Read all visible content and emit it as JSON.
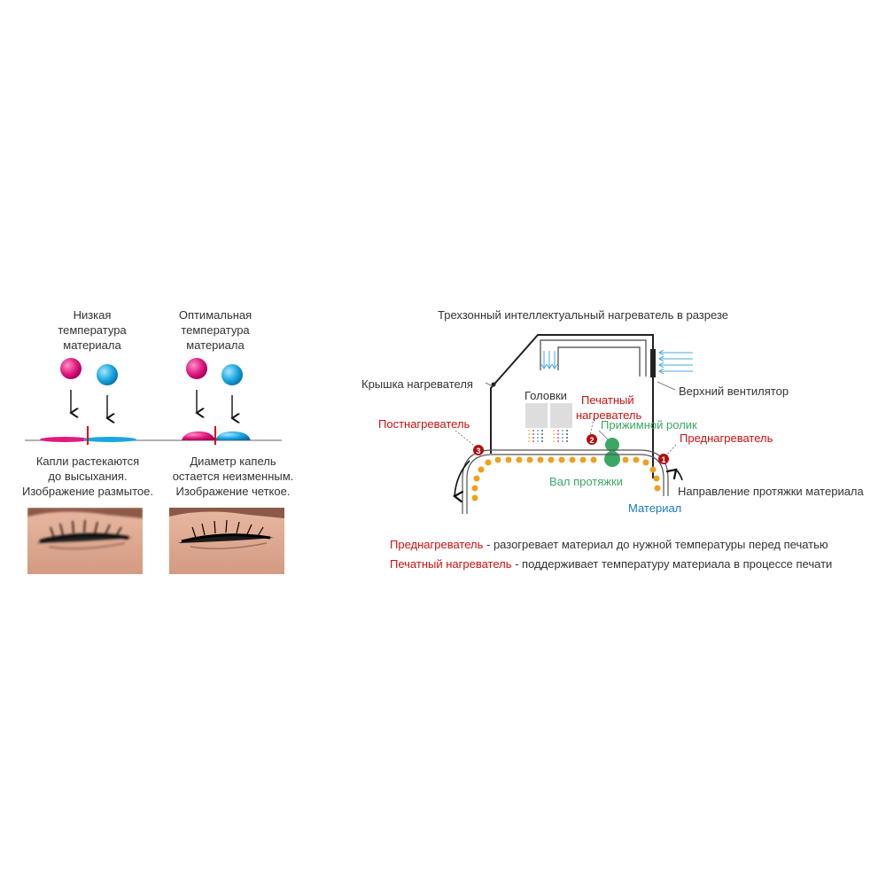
{
  "left_panel": {
    "low_temp": {
      "title": [
        "Низкая",
        "температура",
        "материала"
      ],
      "caption": [
        "Капли растекаются",
        "до высыхания.",
        "Изображение размытое."
      ]
    },
    "optimal_temp": {
      "title": [
        "Оптимальная",
        "температура",
        "материала"
      ],
      "caption": [
        "Диаметр капель",
        "остается неизменным.",
        "Изображение четкое."
      ]
    }
  },
  "right_panel": {
    "title": "Трехзонный интеллектуальный нагреватель в разрезе",
    "labels": {
      "heater_cover": "Крышка нагревателя",
      "heads": "Головки",
      "top_fan": "Верхний вентилятор",
      "post_heater": "Постнагреватель",
      "print_heater": [
        "Печатный",
        "нагреватель"
      ],
      "pinch_roller": "Прижимной ролик",
      "pre_heater": "Преднагреватель",
      "feed_roller": "Вал протяжки",
      "feed_direction": "Направление протяжки материала",
      "material": "Материал"
    },
    "markers": [
      "1",
      "2",
      "3"
    ],
    "notes": [
      {
        "term": "Преднагреватель",
        "text": " - разогревает материал до нужной температуры перед печатью"
      },
      {
        "term": "Печатный нагреватель",
        "text": " - поддерживает температуру материала в процессе печати"
      }
    ]
  },
  "colors": {
    "magenta": "#e0197e",
    "cyan": "#1aa6e0",
    "red_text": "#cc1111",
    "green_text": "#3aa864",
    "blue_text": "#1a78c8",
    "heater_dot": "#f0a020",
    "marker": "#b01010"
  }
}
